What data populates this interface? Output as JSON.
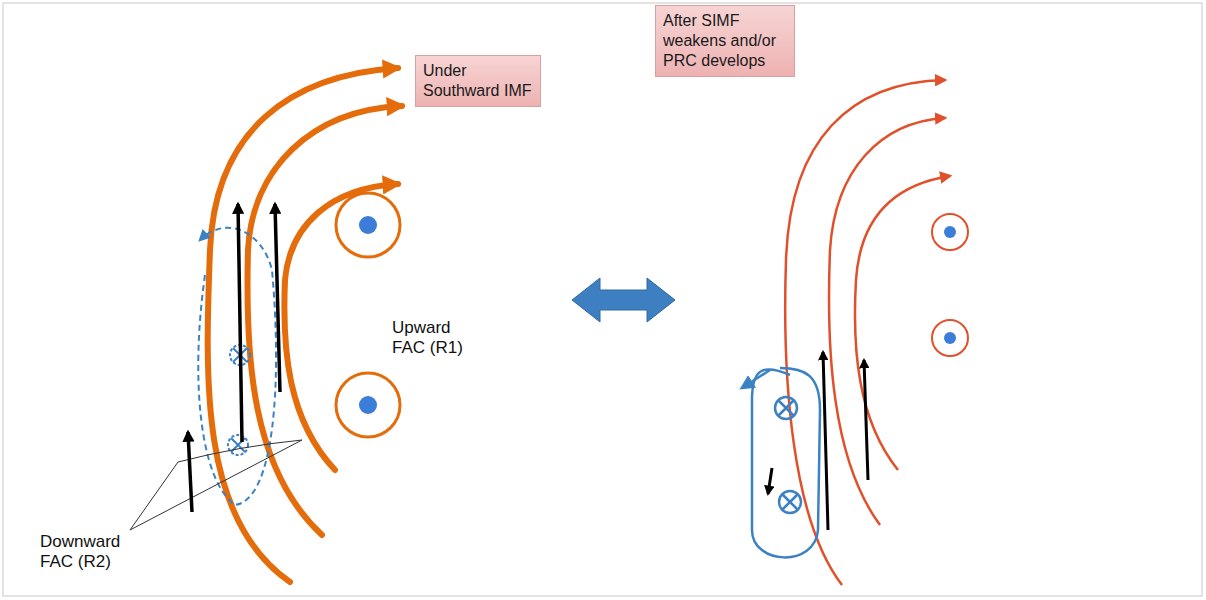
{
  "diagram": {
    "nodes": [
      {
        "text": [
          "Under Southward IMF"
        ]
      },
      {
        "text": [
          "After SIMF weakens and/or PRC develops"
        ]
      }
    ],
    "labels": [
      "Upward FAC (R1)",
      "Downward FAC (R2)"
    ]
  }
}
